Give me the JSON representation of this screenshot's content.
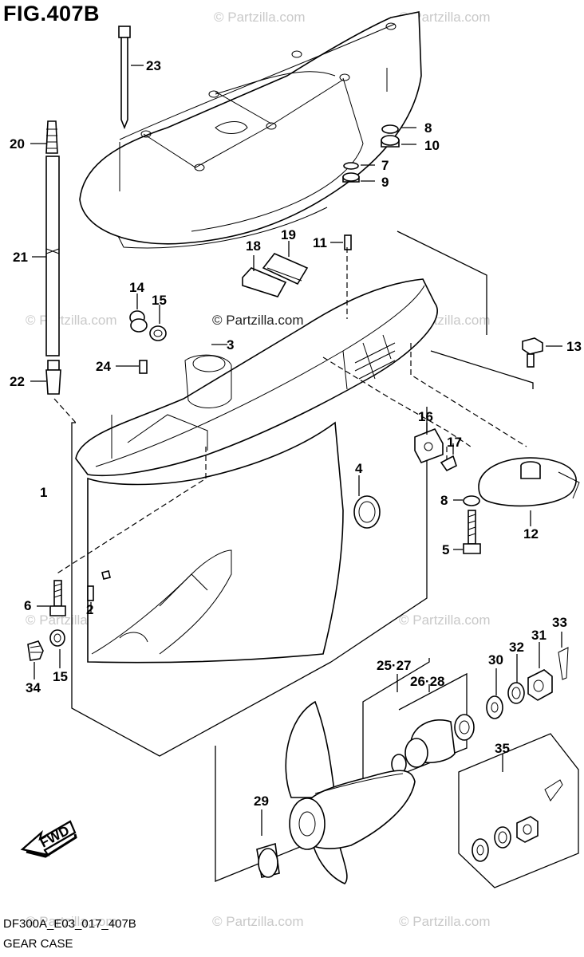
{
  "figure": {
    "title": "FIG.407B",
    "code": "DF300A_E03_017_407B",
    "caption": "GEAR CASE",
    "fwd_label": "FWD"
  },
  "watermark": "© Partzilla.com",
  "callouts": [
    "23",
    "20",
    "21",
    "22",
    "8",
    "10",
    "7",
    "9",
    "18",
    "19",
    "11",
    "14",
    "15",
    "3",
    "24",
    "13",
    "16",
    "17",
    "4",
    "1",
    "12",
    "8",
    "5",
    "6",
    "2",
    "15",
    "34",
    "33",
    "31",
    "32",
    "30",
    "25·27",
    "26·28",
    "35",
    "29"
  ]
}
